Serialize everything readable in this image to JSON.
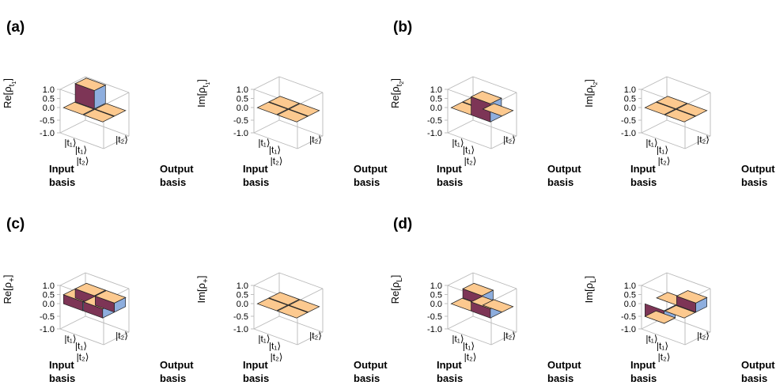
{
  "figure": {
    "panels": [
      {
        "label": "(a)"
      },
      {
        "label": "(b)"
      },
      {
        "label": "(c)"
      },
      {
        "label": "(d)"
      }
    ]
  },
  "axes_text": {
    "z_ticks": [
      "1.0",
      "0.5",
      "0.0",
      "-0.5",
      "-1.0"
    ],
    "input_ticks": [
      "|t₁⟩",
      "|t₂⟩"
    ],
    "output_ticks": [
      "|t₁⟩",
      "|t₂⟩"
    ],
    "input_label": [
      "Input",
      "basis"
    ],
    "output_label": [
      "Output",
      "basis"
    ]
  },
  "colors": {
    "top_face": "#fcc98f",
    "front_face": "#7d3556",
    "side_face": "#8eaede",
    "frame": "#b8b8b8",
    "edge": "#222222"
  },
  "chart_data": [
    {
      "type": "bar3d",
      "panel": "(a)",
      "zlabel": "Re[ρt₁]",
      "zlim": [
        -1,
        1
      ],
      "input_basis": [
        "|t₁⟩",
        "|t₂⟩"
      ],
      "output_basis": [
        "|t₁⟩",
        "|t₂⟩"
      ],
      "matrix": [
        [
          1.0,
          0.0
        ],
        [
          0.0,
          0.0
        ]
      ]
    },
    {
      "type": "bar3d",
      "panel": "(a)",
      "zlabel": "Im[ρt₁]",
      "zlim": [
        -1,
        1
      ],
      "input_basis": [
        "|t₁⟩",
        "|t₂⟩"
      ],
      "output_basis": [
        "|t₁⟩",
        "|t₂⟩"
      ],
      "matrix": [
        [
          0.0,
          0.0
        ],
        [
          0.0,
          0.0
        ]
      ]
    },
    {
      "type": "bar3d",
      "panel": "(b)",
      "zlabel": "Re[ρt₂]",
      "zlim": [
        -1,
        1
      ],
      "input_basis": [
        "|t₁⟩",
        "|t₂⟩"
      ],
      "output_basis": [
        "|t₁⟩",
        "|t₂⟩"
      ],
      "matrix": [
        [
          0.0,
          0.0
        ],
        [
          0.0,
          1.0
        ]
      ]
    },
    {
      "type": "bar3d",
      "panel": "(b)",
      "zlabel": "Im[ρt₂]",
      "zlim": [
        -1,
        1
      ],
      "input_basis": [
        "|t₁⟩",
        "|t₂⟩"
      ],
      "output_basis": [
        "|t₁⟩",
        "|t₂⟩"
      ],
      "matrix": [
        [
          0.0,
          0.0
        ],
        [
          0.0,
          0.0
        ]
      ]
    },
    {
      "type": "bar3d",
      "panel": "(c)",
      "zlabel": "Re[ρ+]",
      "zlim": [
        -1,
        1
      ],
      "input_basis": [
        "|t₁⟩",
        "|t₂⟩"
      ],
      "output_basis": [
        "|t₁⟩",
        "|t₂⟩"
      ],
      "matrix": [
        [
          0.5,
          0.5
        ],
        [
          0.5,
          0.5
        ]
      ]
    },
    {
      "type": "bar3d",
      "panel": "(c)",
      "zlabel": "Im[ρ+]",
      "zlim": [
        -1,
        1
      ],
      "input_basis": [
        "|t₁⟩",
        "|t₂⟩"
      ],
      "output_basis": [
        "|t₁⟩",
        "|t₂⟩"
      ],
      "matrix": [
        [
          0.0,
          0.0
        ],
        [
          0.0,
          0.0
        ]
      ]
    },
    {
      "type": "bar3d",
      "panel": "(d)",
      "zlabel": "Re[ρL]",
      "zlim": [
        -1,
        1
      ],
      "input_basis": [
        "|t₁⟩",
        "|t₂⟩"
      ],
      "output_basis": [
        "|t₁⟩",
        "|t₂⟩"
      ],
      "matrix": [
        [
          0.5,
          0.0
        ],
        [
          0.0,
          0.5
        ]
      ]
    },
    {
      "type": "bar3d",
      "panel": "(d)",
      "zlabel": "Im[ρL]",
      "zlim": [
        -1,
        1
      ],
      "input_basis": [
        "|t₁⟩",
        "|t₂⟩"
      ],
      "output_basis": [
        "|t₁⟩",
        "|t₂⟩"
      ],
      "matrix": [
        [
          0.0,
          0.5
        ],
        [
          -0.5,
          0.0
        ]
      ]
    }
  ]
}
